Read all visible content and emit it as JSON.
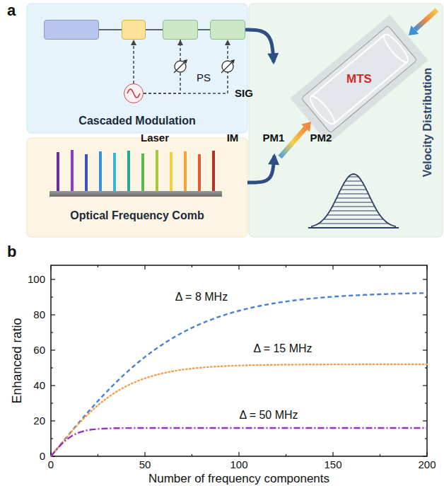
{
  "diagram": {
    "nodes": [
      {
        "text": [
          "Cascaded Modulation"
        ]
      },
      {
        "text": [
          "Laser"
        ],
        "in": 0
      },
      {
        "text": [
          "IM"
        ],
        "in": 0
      },
      {
        "text": [
          "PM1"
        ],
        "in": 0
      },
      {
        "text": [
          "PM2"
        ],
        "in": 0
      },
      {
        "text": [
          "SIG"
        ],
        "in": 0
      },
      {
        "text": [
          "Optical Frequency Comb"
        ]
      },
      {
        "text": [
          "MTS",
          "Velocity Distribution"
        ]
      }
    ],
    "edges": [
      {
        "from": 1,
        "to": 2,
        "arrow": "none"
      },
      {
        "from": 2,
        "to": 3,
        "arrow": "none"
      },
      {
        "from": 3,
        "to": 4,
        "arrow": "none"
      },
      {
        "from": 5,
        "to": 2,
        "arrow": "to"
      },
      {
        "from": 5,
        "to": 3,
        "arrow": "to"
      },
      {
        "from": 5,
        "to": 4,
        "arrow": "to"
      },
      {
        "from": 4,
        "to": 7,
        "arrow": "to"
      },
      {
        "from": 6,
        "to": 7,
        "arrow": "to"
      }
    ],
    "labels": [
      "a",
      "PS",
      "b",
      "0",
      "20",
      "40",
      "60",
      "80",
      "100",
      "0",
      "50",
      "100",
      "150",
      "200",
      "Enhanced ratio",
      "Number of frequency components",
      "Δ = 8 MHz",
      "Δ = 15 MHz",
      "Δ = 50 MHz"
    ]
  }
}
